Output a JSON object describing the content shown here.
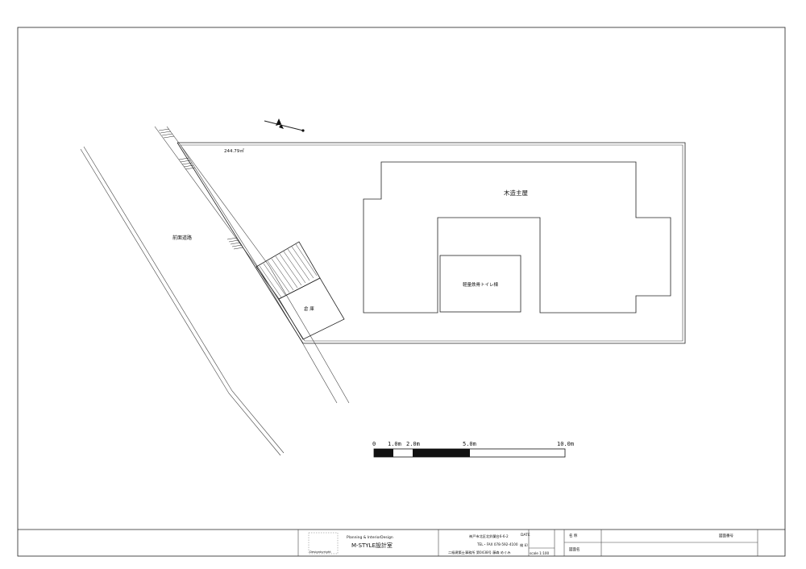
{
  "site": {
    "area_label": "244.79㎡",
    "road_label": "前面道路",
    "main_building_label": "木造主屋",
    "toilet_building_label": "軽量鉄骨トイレ棟",
    "storehouse_label": "倉 庫"
  },
  "scale_bar": {
    "ticks": [
      "0",
      "1.0m",
      "2.0m",
      "5.0m",
      "10.0m"
    ]
  },
  "title_block": {
    "logo_text": "Designbyright",
    "firm_tagline": "Planning & InteriorDesign",
    "firm_name": "M-STYLE設計室",
    "address": "神戸市北区北鈴蘭台6-6-2",
    "tel_fax": "TEL・FAX 078-592-4100",
    "license": "二級建築士事務所 第0438号 藤森 めぐみ",
    "date_label": "DATE",
    "name_label": "名 称",
    "drawing_name_label": "図面名",
    "drawing_no_label": "図面番号",
    "seal_label": "検 印",
    "scale_label": "scale 1:100"
  }
}
